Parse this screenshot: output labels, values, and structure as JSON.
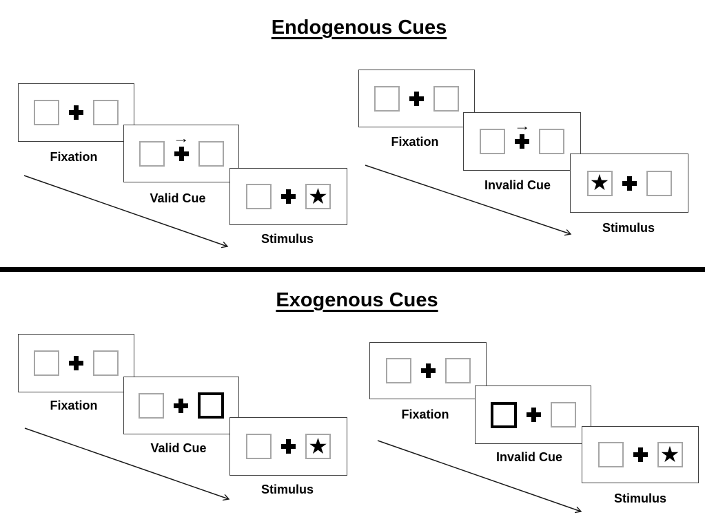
{
  "colors": {
    "ink": "#000000",
    "panel_border": "#404040",
    "box_border": "#a6a6a6",
    "cue_highlight_border": "#000000",
    "background": "#ffffff",
    "divider": "#000000"
  },
  "symbols": {
    "star": "★",
    "cue_arrow": "→",
    "fixation_cross": "+"
  },
  "sections": [
    {
      "title": "Endogenous Cues",
      "sequences": [
        {
          "name": "endogenous-valid",
          "cue_type": "central-arrow-right",
          "stimulus_side": "right",
          "steps": [
            {
              "label": "Fixation"
            },
            {
              "label": "Valid Cue"
            },
            {
              "label": "Stimulus"
            }
          ]
        },
        {
          "name": "endogenous-invalid",
          "cue_type": "central-arrow-right",
          "stimulus_side": "left",
          "steps": [
            {
              "label": "Fixation"
            },
            {
              "label": "Invalid Cue"
            },
            {
              "label": "Stimulus"
            }
          ]
        }
      ]
    },
    {
      "title": "Exogenous Cues",
      "sequences": [
        {
          "name": "exogenous-valid",
          "cue_type": "peripheral-box-right",
          "stimulus_side": "right",
          "steps": [
            {
              "label": "Fixation"
            },
            {
              "label": "Valid Cue"
            },
            {
              "label": "Stimulus"
            }
          ]
        },
        {
          "name": "exogenous-invalid",
          "cue_type": "peripheral-box-left",
          "stimulus_side": "right",
          "steps": [
            {
              "label": "Fixation"
            },
            {
              "label": "Invalid Cue"
            },
            {
              "label": "Stimulus"
            }
          ]
        }
      ]
    }
  ]
}
